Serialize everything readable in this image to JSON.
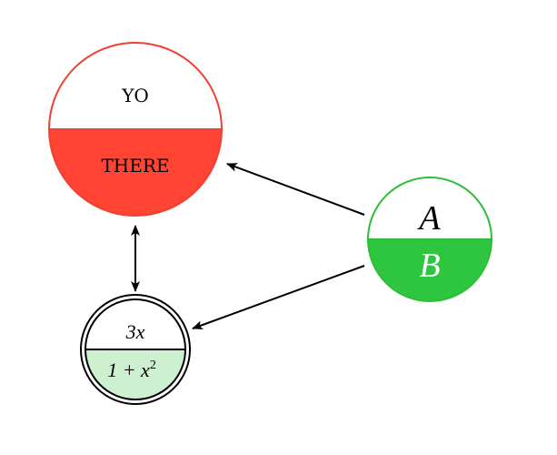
{
  "diagram": {
    "nodes": [
      {
        "id": "yo-there",
        "top_label": "YO",
        "bottom_label": "THERE",
        "stroke_color": "#ee4035",
        "fill_color": "#ff4433"
      },
      {
        "id": "a-b",
        "top_label": "A",
        "bottom_label": "B",
        "stroke_color": "#2ebd38",
        "fill_color": "#2fc63f"
      },
      {
        "id": "expr",
        "top_label": "3x",
        "bottom_label_base": "1 + x",
        "bottom_label_exponent": "2",
        "stroke_color": "#000000",
        "fill_color": "#cdf0d0",
        "double_circle": true
      }
    ],
    "edges": [
      {
        "from": "a-b",
        "to": "yo-there",
        "type": "arrow"
      },
      {
        "from": "a-b",
        "to": "expr",
        "type": "arrow"
      },
      {
        "from": "yo-there",
        "to": "expr",
        "type": "double-arrow"
      }
    ]
  }
}
